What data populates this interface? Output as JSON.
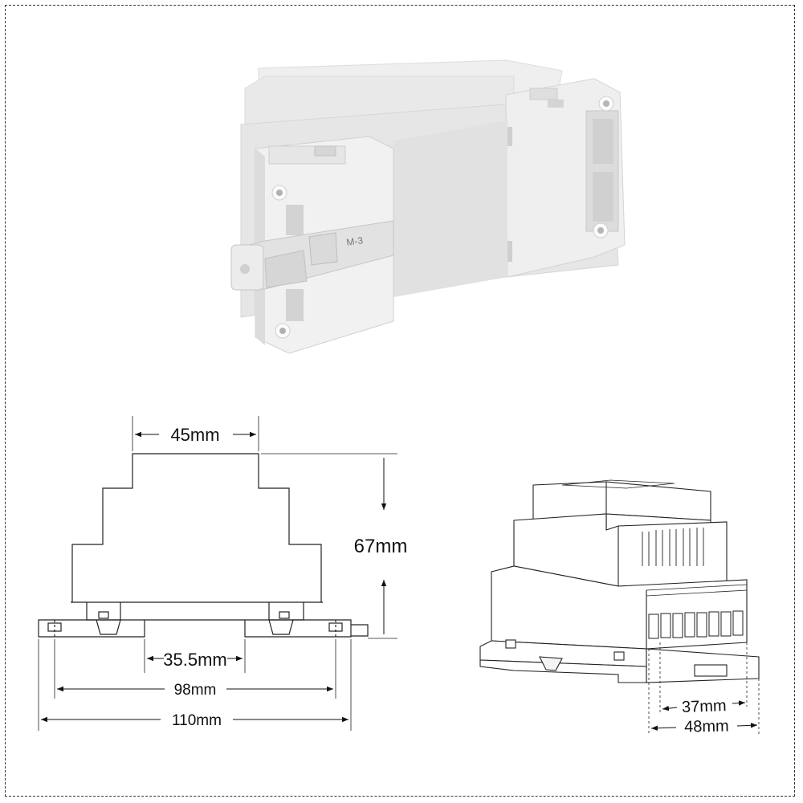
{
  "dimensions": {
    "width_top": "45mm",
    "height": "67mm",
    "rail_gap": "35.5mm",
    "hole_spacing": "98mm",
    "overall_width": "110mm",
    "terminal_span": "37mm",
    "depth": "48mm"
  },
  "product_marking": "M-3",
  "colors": {
    "housing": "#ececec",
    "housing_shade": "#d9d9d9",
    "housing_dark": "#c6c6c6",
    "line": "#222222"
  }
}
